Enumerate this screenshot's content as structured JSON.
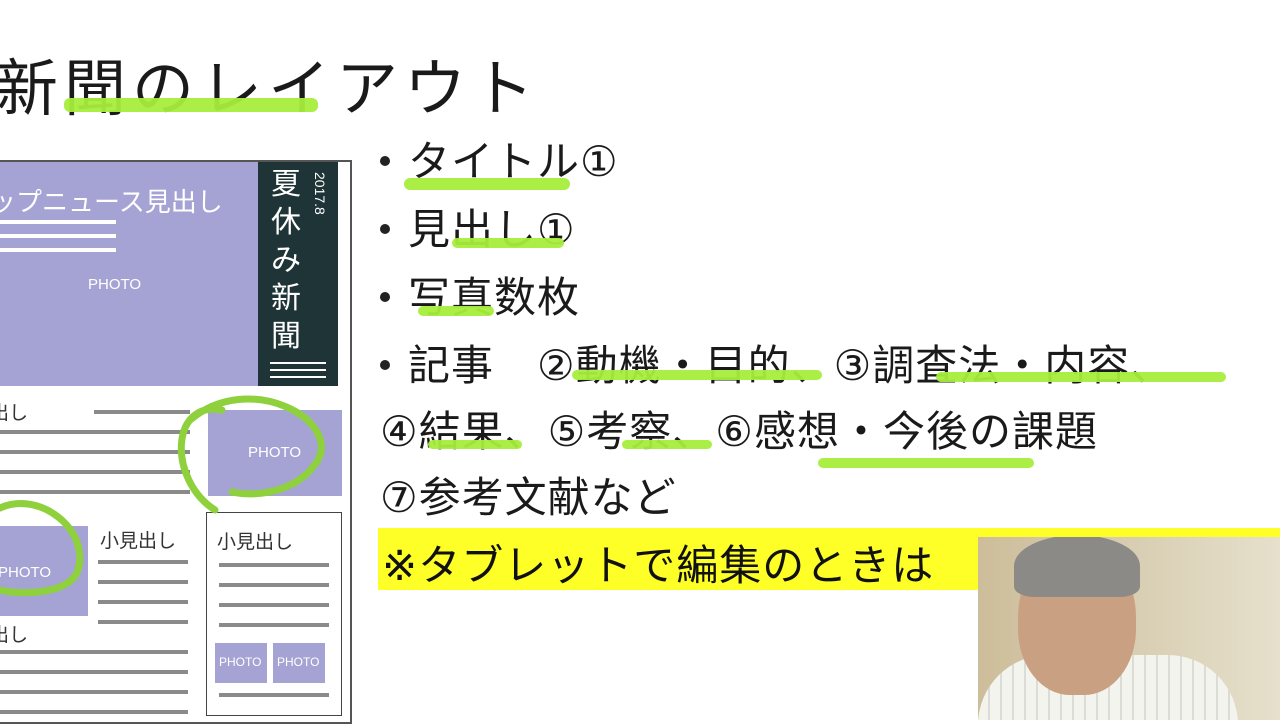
{
  "slide": {
    "title": "新聞のレイアウト",
    "highlight_color": "#a6ee3c",
    "note_color": "#ffff28"
  },
  "newspaper": {
    "top_headline": "ップニュース見出し",
    "paper_title": "夏休み新聞",
    "date": "2017.8",
    "photo_label": "PHOTO",
    "sub_heading": "出し",
    "small_heading": "小見出し",
    "colors": {
      "photo": "#a5a3d3",
      "title_bg": "#1f3436"
    }
  },
  "bullets": {
    "item1": "タイトル①",
    "item2": "見出し①",
    "item3": "写真数枚",
    "item4": "記事　②動機・目的、③調査法・内容、",
    "line5": "④結果、⑤考察、⑥感想・今後の課題",
    "line6": "⑦参考文献など"
  },
  "note": {
    "text": "※タブレットで編集のときは"
  },
  "webcam": {
    "icon": "presenter-video-feed"
  }
}
